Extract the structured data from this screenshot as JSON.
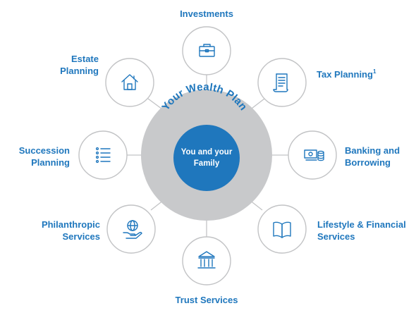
{
  "center": {
    "arc_title": "Your Wealth Plan",
    "core_line1": "You and your",
    "core_line2": "Family"
  },
  "services": {
    "investments": {
      "label": "Investments",
      "icon": "briefcase-icon"
    },
    "tax_planning": {
      "label": "Tax Planning",
      "superscript": "1",
      "icon": "document-scroll-icon"
    },
    "banking": {
      "line1": "Banking and",
      "line2": "Borrowing",
      "icon": "money-coins-icon"
    },
    "lifestyle": {
      "line1": "Lifestyle & Financial",
      "line2": "Services",
      "icon": "open-book-icon"
    },
    "trust": {
      "label": "Trust Services",
      "icon": "bank-building-icon"
    },
    "philanthropic": {
      "line1": "Philanthropic",
      "line2": "Services",
      "icon": "hand-globe-icon"
    },
    "succession": {
      "line1": "Succession",
      "line2": "Planning",
      "icon": "list-icon"
    },
    "estate": {
      "line1": "Estate",
      "line2": "Planning",
      "icon": "house-icon"
    }
  },
  "colors": {
    "brand_blue": "#1f77bd",
    "center_fill": "#c8c9cb",
    "node_stroke": "#c2c3c5",
    "connector": "#c2c3c5"
  }
}
